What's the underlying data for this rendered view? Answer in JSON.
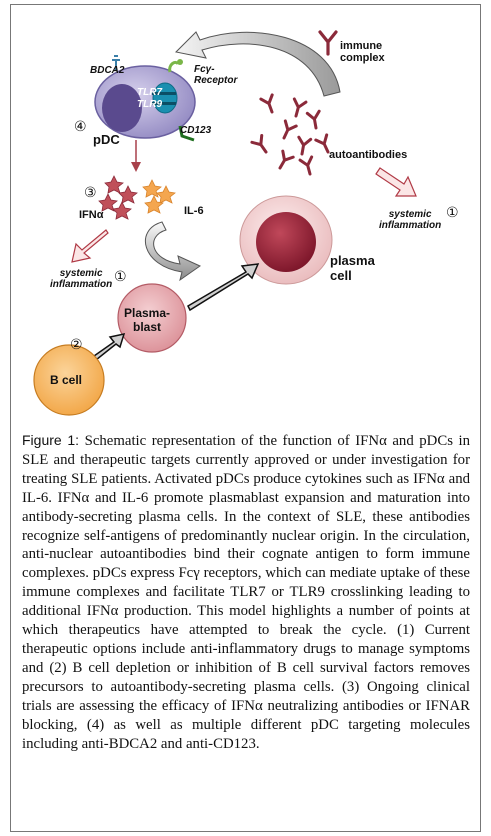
{
  "figure": {
    "labels": {
      "immune_complex": "immune\ncomplex",
      "bdca2": "BDCA2",
      "fc_receptor": "Fcγ-\nReceptor",
      "tlr7": "TLR7",
      "tlr9": "TLR9",
      "cd123": "CD123",
      "pdc": "pDC",
      "autoantibodies": "autoantibodies",
      "systemic_inflammation_right": "systemic\ninflammation",
      "ifna": "IFNα",
      "il6": "IL-6",
      "systemic_inflammation_left": "systemic\ninflammation",
      "plasma_cell": "plasma\ncell",
      "plasmablast": "Plasma-\nblast",
      "b_cell": "B cell"
    },
    "markers": {
      "pdc_number": "④",
      "ifna_number": "③",
      "systemic_right_number": "①",
      "systemic_left_number": "①",
      "b_cell_number": "②"
    },
    "colors": {
      "pdc_outer": "#a9a0d0",
      "pdc_nucleus": "#5a4a8e",
      "tlr_endosome": "#1a8fb0",
      "cd123": "#1f6e1f",
      "antibody": "#8b2a3a",
      "ifna_star": "#c0505a",
      "il6_star": "#f4a64f",
      "plasma_cell_outer": "#f2d3d3",
      "plasma_cell_nucleus": "#9b2436",
      "plasmablast": "#e6a7ad",
      "b_cell": "#f7b65c"
    }
  },
  "caption": {
    "label": "Figure 1:",
    "text": " Schematic representation of the function of IFNα and pDCs in SLE and therapeutic targets currently approved or under investigation for treating SLE patients. Activated pDCs produce cytokines such as IFNα and IL-6. IFNα and IL-6 promote plasmablast expansion and maturation into antibody-secreting plasma cells. In the context of SLE, these antibodies recognize self-antigens of predominantly nuclear origin. In the circulation, anti-nuclear autoantibodies bind their cognate antigen to form immune complexes. pDCs express Fcγ receptors, which can mediate uptake of these immune complexes and facilitate TLR7 or TLR9 crosslinking leading to additional IFNα production. This model highlights a number of points at which therapeutics have attempted to break the cycle. (1) Current therapeutic options include anti-inflammatory drugs to manage symptoms and (2) B cell depletion or inhibition of B cell survival factors removes precursors to autoantibody-secreting plasma cells. (3) Ongoing clinical trials are assessing the efficacy of IFNα neutralizing antibodies or IFNAR blocking, (4) as well as multiple different pDC targeting molecules including anti-BDCA2 and anti-CD123."
  }
}
